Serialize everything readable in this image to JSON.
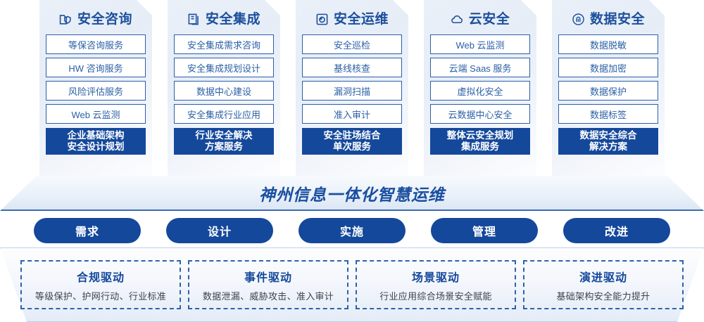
{
  "columns": [
    {
      "icon": "folder-shield-icon",
      "title": "安全咨询",
      "items": [
        "等保咨询服务",
        "HW 咨询服务",
        "风险评估服务",
        "Web 云监测"
      ],
      "highlight": [
        "企业基础架构",
        "安全设计规划"
      ]
    },
    {
      "icon": "documents-stack-icon",
      "title": "安全集成",
      "items": [
        "安全集成需求咨询",
        "安全集成规划设计",
        "数据中心建设",
        "安全集成行业应用"
      ],
      "highlight": [
        "行业安全解决",
        "方案服务"
      ]
    },
    {
      "icon": "monitor-chart-icon",
      "title": "安全运维",
      "items": [
        "安全巡检",
        "基线核查",
        "漏洞扫描",
        "准入审计"
      ],
      "highlight": [
        "安全驻场结合",
        "单次服务"
      ]
    },
    {
      "icon": "cloud-icon",
      "title": "云安全",
      "items": [
        "Web 云监测",
        "云端 Saas 服务",
        "虚拟化安全",
        "云数据中心安全"
      ],
      "highlight": [
        "整体云安全规划",
        "集成服务"
      ]
    },
    {
      "icon": "fingerprint-icon",
      "title": "数据安全",
      "items": [
        "数据脱敏",
        "数据加密",
        "数据保护",
        "数据标签"
      ],
      "highlight": [
        "数据安全综合",
        "解决方案"
      ]
    }
  ],
  "banner": {
    "title": "神州信息一体化智慧运维"
  },
  "pills": [
    {
      "label": "需求"
    },
    {
      "label": "设计"
    },
    {
      "label": "实施"
    },
    {
      "label": "管理"
    },
    {
      "label": "改进"
    }
  ],
  "drivers": [
    {
      "title": "合规驱动",
      "desc": "等级保护、护网行动、行业标准"
    },
    {
      "title": "事件驱动",
      "desc": "数据泄漏、威胁攻击、准入审计"
    },
    {
      "title": "场景驱动",
      "desc": "行业应用综合场景安全赋能"
    },
    {
      "title": "演进驱动",
      "desc": "基础架构安全能力提升"
    }
  ],
  "colors": {
    "brand_blue": "#14489b",
    "accent_blue": "#1c4f9c",
    "item_border": "#2c5fa8",
    "item_text": "#2a5fa6",
    "panel_bg": "#eaf0f8"
  }
}
